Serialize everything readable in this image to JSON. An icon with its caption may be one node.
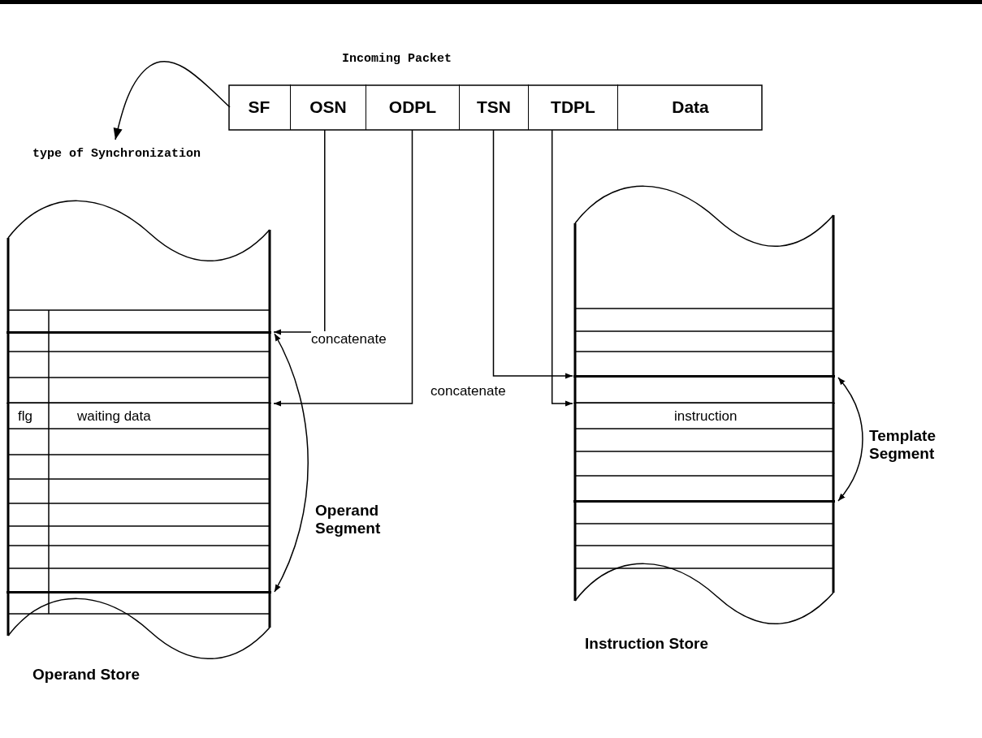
{
  "diagram": {
    "nodes": [
      {
        "text": [
          "Incoming Packet"
        ]
      },
      {
        "text": [
          "SF"
        ],
        "in": 0
      },
      {
        "text": [
          "OSN"
        ],
        "in": 0
      },
      {
        "text": [
          "ODPL"
        ],
        "in": 0
      },
      {
        "text": [
          "TSN"
        ],
        "in": 0
      },
      {
        "text": [
          "TDPL"
        ],
        "in": 0
      },
      {
        "text": [
          "Data"
        ],
        "in": 0
      },
      {
        "text": [
          "type of Synchronization"
        ]
      },
      {
        "text": [
          "Operand Store"
        ]
      },
      {
        "text": [],
        "shape": "box",
        "in": 8
      },
      {
        "text": [
          "flg",
          "waiting data"
        ],
        "in": 8
      },
      {
        "text": [],
        "shape": "box",
        "in": 8
      },
      {
        "text": [
          "Instruction Store"
        ]
      },
      {
        "text": [],
        "shape": "box",
        "in": 12
      },
      {
        "text": [
          "instruction"
        ],
        "in": 12
      },
      {
        "text": [],
        "shape": "box",
        "in": 12
      }
    ],
    "edges": [
      {
        "from": 1,
        "to": 7,
        "arrow": "to"
      },
      {
        "from": 2,
        "to": 9,
        "arrow": "to",
        "label": "concatenate"
      },
      {
        "from": 3,
        "to": 10,
        "arrow": "to",
        "label": "concatenate"
      },
      {
        "from": 4,
        "to": 13,
        "arrow": "to"
      },
      {
        "from": 5,
        "to": 14,
        "arrow": "to"
      },
      {
        "from": 9,
        "to": 11,
        "arrow": "both",
        "label": "Operand Segment"
      },
      {
        "from": 13,
        "to": 15,
        "arrow": "both",
        "label": "Template Segment"
      }
    ]
  }
}
